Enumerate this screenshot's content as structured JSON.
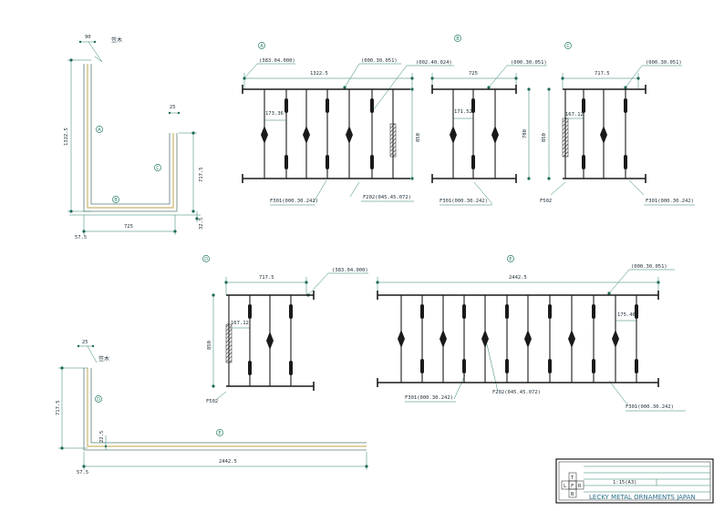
{
  "plan_top": {
    "dim_top": "90",
    "label_wall": "笠木",
    "dim_left": "1322.5",
    "marker_a": "A",
    "marker_c": "C",
    "marker_b": "B",
    "dim_right_top": "25",
    "dim_right": "717.5",
    "dim_bottom_left": "57.5",
    "dim_bottom": "725",
    "dim_bottom_right": "32.5"
  },
  "elev_a": {
    "marker": "A",
    "ref_left": "(383.04.000)",
    "ref_mid": "(000.30.051)",
    "ref_right": "(002.40.024)",
    "width": "1322.5",
    "spacing": "173.36",
    "height": "850",
    "label_f301": "F301(000.30.242)",
    "label_f202": "F202(045.45.072)"
  },
  "elev_b": {
    "marker": "B",
    "ref_mid": "(000.30.051)",
    "width": "725",
    "spacing": "171.52",
    "height": "780",
    "label_f301": "F301(000.30.242)"
  },
  "elev_c": {
    "marker": "C",
    "ref_mid": "(000.30.051)",
    "width": "717.5",
    "spacing": "167.12",
    "height": "850",
    "label_f502": "F502",
    "label_f301": "F301(000.30.242)"
  },
  "elev_d": {
    "marker": "D",
    "ref_top": "(383.04.000)",
    "width": "717.5",
    "spacing": "167.12",
    "height": "850",
    "label_f502": "F502"
  },
  "elev_e": {
    "marker": "E",
    "ref_top": "(000.30.051)",
    "width": "2442.5",
    "spacing": "175.46",
    "label_f301_left": "F301(000.30.242)",
    "label_f202": "F202(045.45.072)",
    "label_f301_right": "F301(000.30.242)"
  },
  "plan_bottom": {
    "dim_top": "25",
    "label_wall": "笠木",
    "dim_left": "717.5",
    "marker_d": "D",
    "marker_e": "E",
    "dim_small": "22.5",
    "dim_bottom_left": "57.5",
    "dim_bottom": "2442.5"
  },
  "title_block": {
    "letters": [
      "T",
      "L",
      "F",
      "R",
      "B"
    ],
    "scale": "1:15(A3)",
    "company": "LECKY METAL ORNAMENTS JAPAN"
  }
}
